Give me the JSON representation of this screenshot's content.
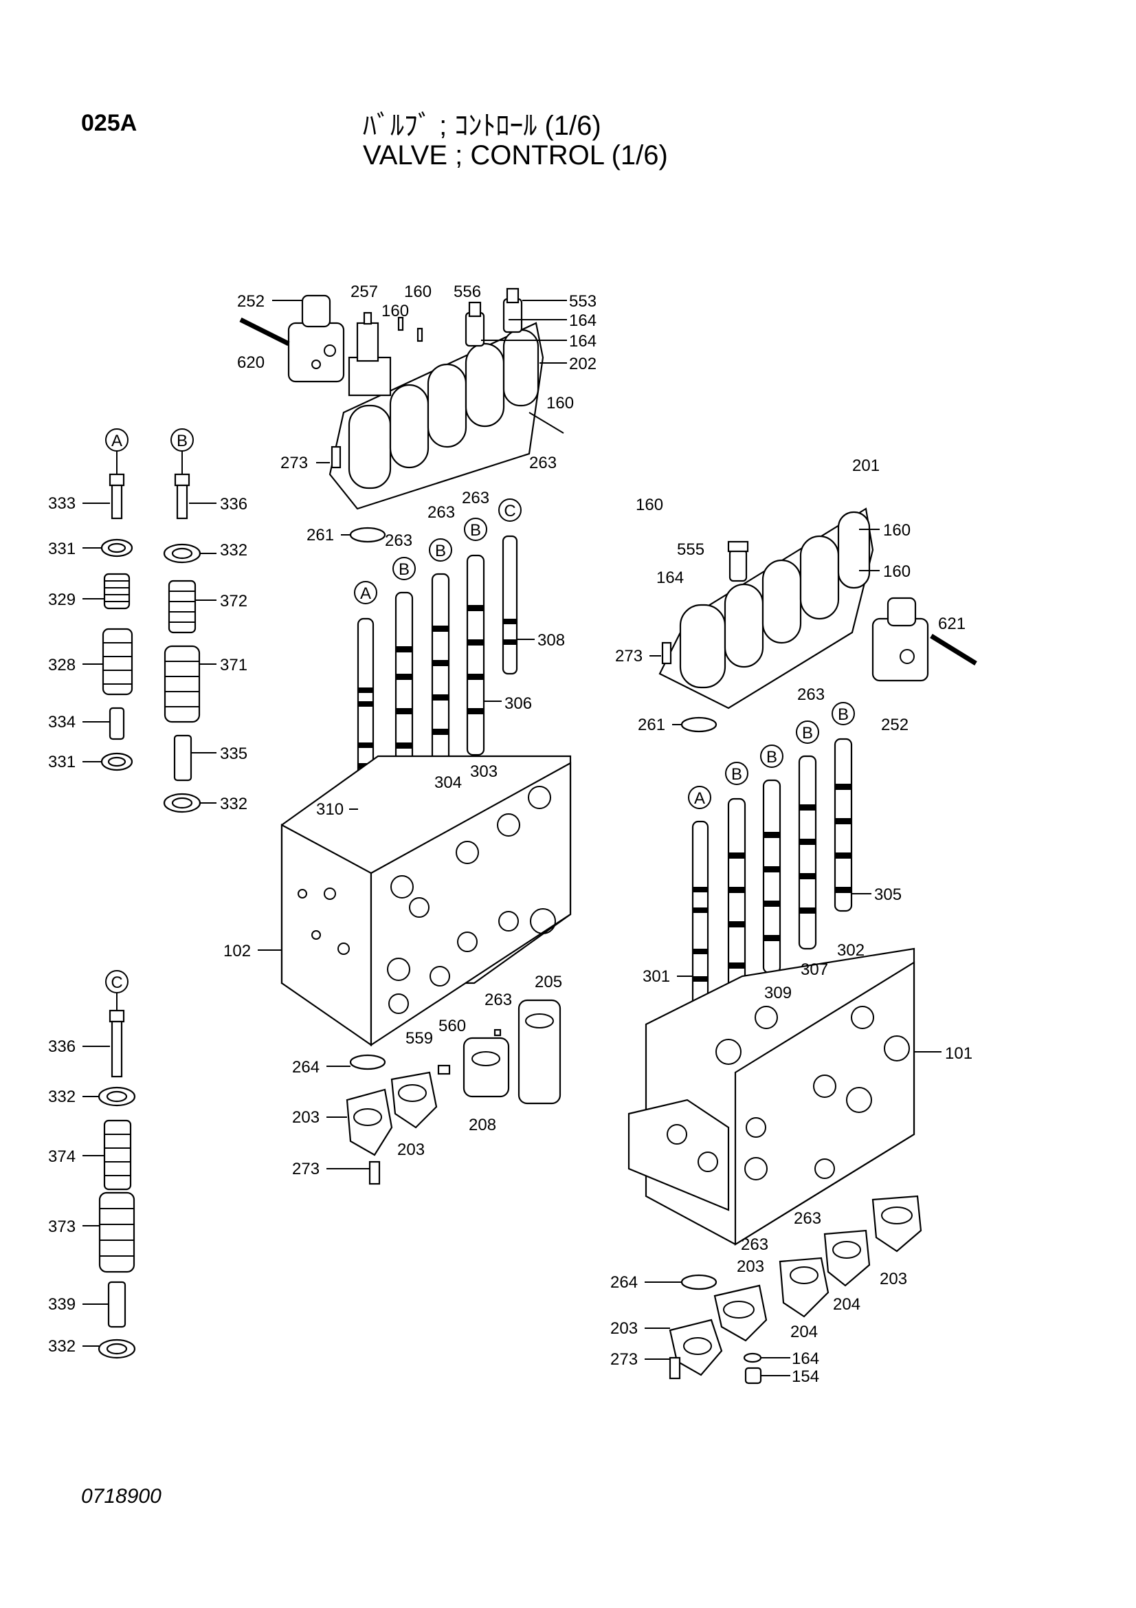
{
  "header": {
    "code": "025A",
    "title_jp": "ﾊﾞﾙﾌﾞ ; ｺﾝﾄﾛｰﾙ (1/6)",
    "title_en": "VALVE ; CONTROL (1/6)"
  },
  "footer": {
    "doc_number": "0718900"
  },
  "circle_labels": [
    "A",
    "B",
    "C"
  ],
  "callouts": {
    "left_spool_A": [
      "333",
      "331",
      "329",
      "328",
      "334",
      "331"
    ],
    "left_spool_B": [
      "336",
      "332",
      "372",
      "371",
      "335",
      "332"
    ],
    "left_spool_C": [
      "336",
      "332",
      "374",
      "373",
      "339",
      "332"
    ],
    "block_102": [
      "252",
      "257",
      "160",
      "160",
      "556",
      "553",
      "164",
      "164",
      "202",
      "620",
      "160",
      "273",
      "263",
      "263",
      "263",
      "261",
      "263",
      "308",
      "306",
      "303",
      "304",
      "310",
      "102",
      "264",
      "203",
      "203",
      "273",
      "559",
      "560",
      "263",
      "205",
      "208"
    ],
    "block_101": [
      "201",
      "160",
      "160",
      "555",
      "160",
      "164",
      "273",
      "621",
      "263",
      "252",
      "261",
      "305",
      "302",
      "307",
      "301",
      "309",
      "101",
      "263",
      "263",
      "203",
      "264",
      "203",
      "204",
      "204",
      "203",
      "273",
      "164",
      "154"
    ]
  }
}
